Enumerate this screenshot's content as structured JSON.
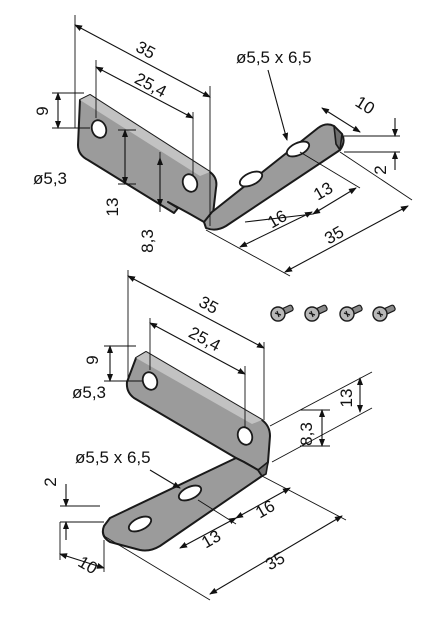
{
  "top": {
    "dim_35_top": "35",
    "dim_25_4": "25,4",
    "dim_9": "9",
    "dim_d53": "ø5,3",
    "dim_13_vert": "13",
    "dim_8_3": "8,3",
    "dim_slot": "ø5,5 x 6,5",
    "dim_10": "10",
    "dim_2": "2",
    "dim_13_diag": "13",
    "dim_16": "16",
    "dim_35_diag": "35"
  },
  "bottom": {
    "dim_35_top": "35",
    "dim_25_4": "25,4",
    "dim_9": "9",
    "dim_d53": "ø5,3",
    "dim_13_right": "13",
    "dim_8_3": "8,3",
    "dim_slot": "ø5,5 x 6,5",
    "dim_2": "2",
    "dim_16": "16",
    "dim_13_diag": "13",
    "dim_35_diag": "35",
    "dim_10": "10"
  },
  "screws": {
    "count": 4
  }
}
